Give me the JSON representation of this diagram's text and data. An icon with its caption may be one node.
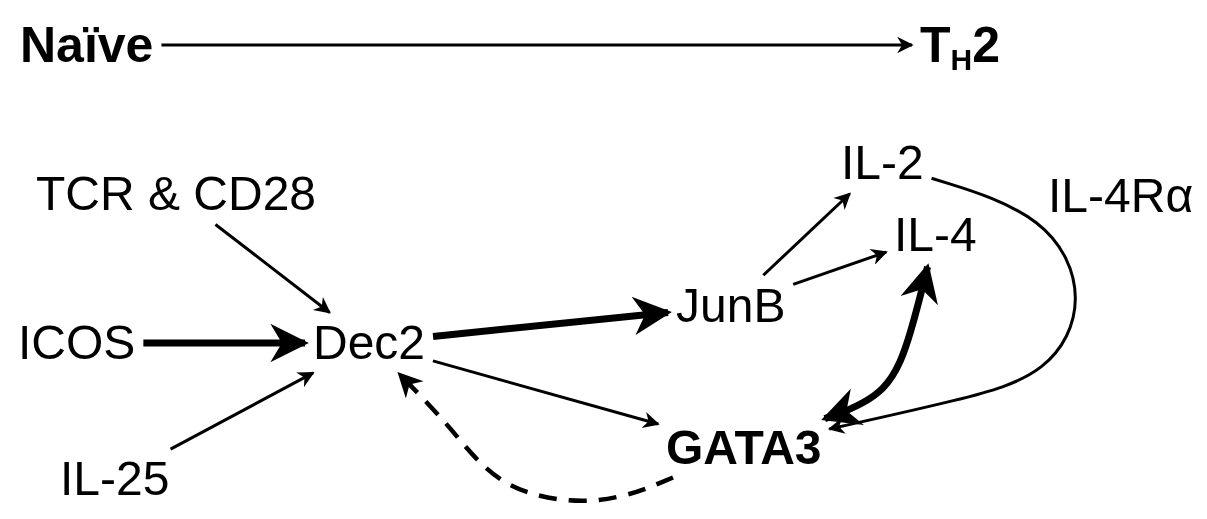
{
  "diagram": {
    "nodes": [
      {
        "text": [
          "Naïve"
        ]
      },
      {
        "text": [
          "T$_{H}$2"
        ]
      },
      {
        "text": [
          "TCR & CD28"
        ]
      },
      {
        "text": [
          "ICOS"
        ]
      },
      {
        "text": [
          "Dec2"
        ]
      },
      {
        "text": [
          "IL-25"
        ]
      },
      {
        "text": [
          "JunB"
        ]
      },
      {
        "text": [
          "IL-2"
        ]
      },
      {
        "text": [
          "IL-4"
        ]
      },
      {
        "text": [
          "GATA3"
        ]
      }
    ],
    "edges": [
      {
        "from": 0,
        "to": 1,
        "arrow": "to"
      },
      {
        "from": 2,
        "to": 4,
        "arrow": "to"
      },
      {
        "from": 3,
        "to": 4,
        "arrow": "to",
        "style": "thick"
      },
      {
        "from": 5,
        "to": 4,
        "arrow": "to"
      },
      {
        "from": 4,
        "to": 6,
        "arrow": "to",
        "style": "thick"
      },
      {
        "from": 6,
        "to": 7,
        "arrow": "to"
      },
      {
        "from": 6,
        "to": 8,
        "arrow": "to"
      },
      {
        "from": 4,
        "to": 9,
        "arrow": "to"
      },
      {
        "from": 9,
        "to": 4,
        "arrow": "to",
        "style": "dashed"
      },
      {
        "from": 8,
        "to": 9,
        "arrow": "both",
        "style": "thick"
      },
      {
        "from": 7,
        "to": 9,
        "arrow": "to",
        "label": "IL-4Rα"
      }
    ]
  }
}
